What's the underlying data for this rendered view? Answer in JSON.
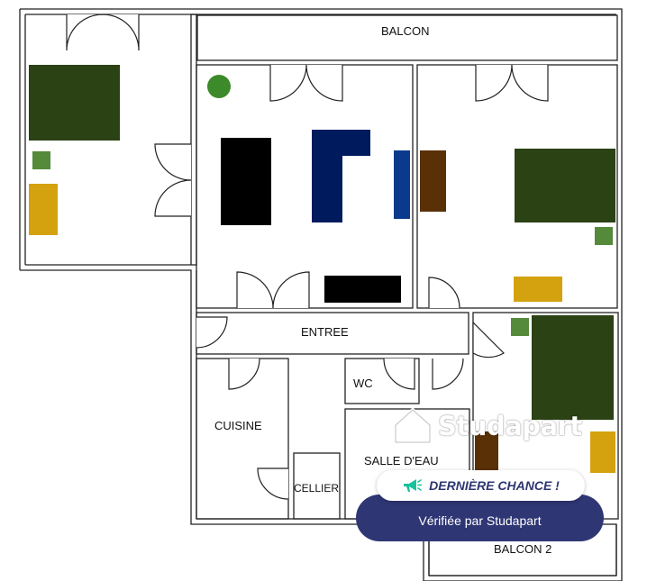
{
  "rooms": {
    "balcon": "BALCON",
    "entree": "ENTREE",
    "wc": "WC",
    "cuisine": "CUISINE",
    "salle_deau": "SALLE D'EAU",
    "cellier": "CELLIER",
    "balcon2": "BALCON 2"
  },
  "watermark": {
    "brand": "Studapart",
    "icon": "studapart-logo-icon"
  },
  "badges": {
    "chance": "DERNIÈRE CHANCE !",
    "chance_icon": "megaphone-icon",
    "verified": "Vérifiée par Studapart"
  },
  "colors": {
    "bed": "#2b4214",
    "nightstand": "#548a3a",
    "desk": "#d4a20f",
    "wardrobe": "#5a3006",
    "sofa": "#001a5e",
    "black_furniture": "#000000",
    "plant": "#3d8a2a",
    "badge_navy": "#2f3674",
    "accent_green": "#19c29a"
  }
}
